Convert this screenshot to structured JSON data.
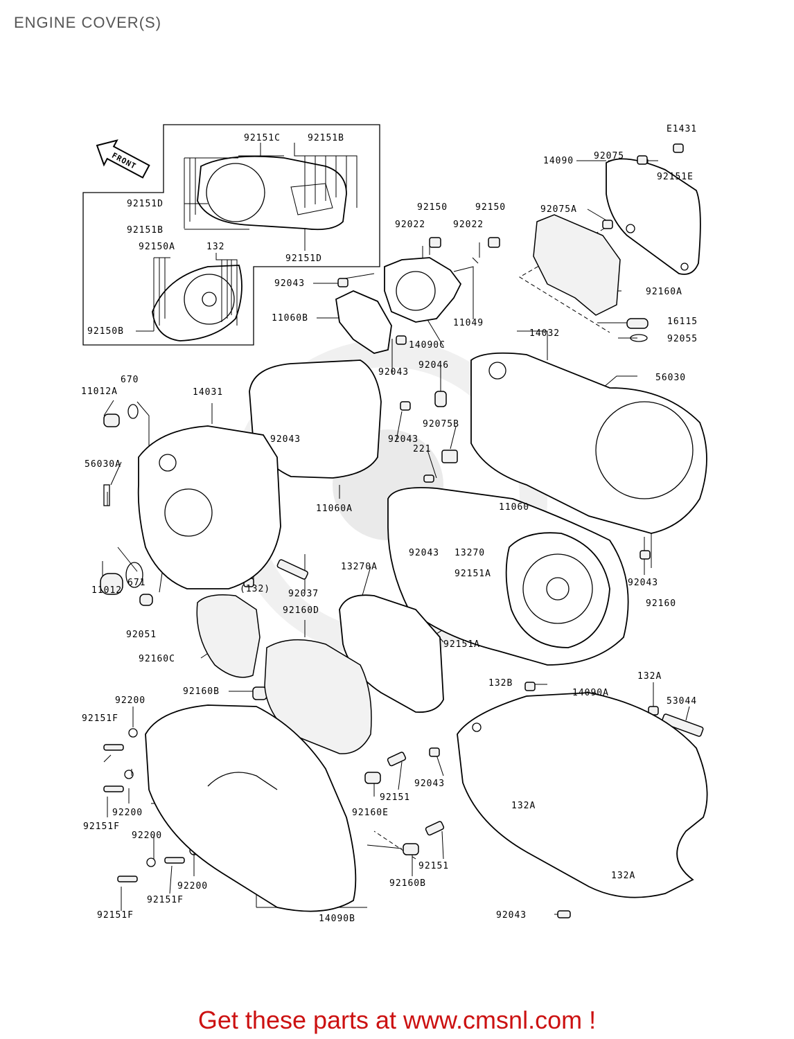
{
  "page": {
    "title": "ENGINE COVER(S)"
  },
  "diagram": {
    "code": "E1431",
    "front_arrow": "FRONT",
    "labels": {
      "l92151C": "92151C",
      "l92151B_top": "92151B",
      "l92151D_a": "92151D",
      "l92151B_b": "92151B",
      "l92151D_b": "92151D",
      "l92150A": "92150A",
      "l132_inset": "132",
      "l92150B": "92150B",
      "l92150_a": "92150",
      "l92150_b": "92150",
      "l92022_a": "92022",
      "l92022_b": "92022",
      "l92043_a": "92043",
      "l11060B": "11060B",
      "l11049": "11049",
      "l14090C": "14090C",
      "l92043_b": "92043",
      "l92075": "92075",
      "l92151E": "92151E",
      "l14090": "14090",
      "l92075A": "92075A",
      "l92160A": "92160A",
      "l16115": "16115",
      "l92055": "92055",
      "l14032": "14032",
      "l56030": "56030",
      "l92046": "92046",
      "l670": "670",
      "l11012A": "11012A",
      "l14031": "14031",
      "l92043_c": "92043",
      "l92043_d": "92043",
      "l92075B": "92075B",
      "l56030A": "56030A",
      "l221": "221",
      "l11060A": "11060A",
      "l11060": "11060",
      "l92043_e": "92043",
      "l13270": "13270",
      "l92043_f": "92043",
      "l671": "671",
      "l11012": "11012",
      "l13270A": "13270A",
      "l92151A_a": "92151A",
      "l132_paren": "(132)",
      "l92037": "92037",
      "l92160D": "92160D",
      "l92160": "92160",
      "l92051": "92051",
      "l92151A_b": "92151A",
      "l92160C": "92160C",
      "l132B": "132B",
      "l14090A": "14090A",
      "l132A_a": "132A",
      "l53044": "53044",
      "l92200_a": "92200",
      "l92160B_a": "92160B",
      "l92151F_a": "92151F",
      "l92043_g": "92043",
      "l92151_a": "92151",
      "l132A_b": "132A",
      "l92200_b": "92200",
      "l92160E": "92160E",
      "l92151F_b": "92151F",
      "l92200_c": "92200",
      "l92151_b": "92151",
      "l132A_c": "132A",
      "l92200_d": "92200",
      "l92160B_b": "92160B",
      "l92151F_c": "92151F",
      "l92151F_d": "92151F",
      "l14090B": "14090B",
      "l92043_h": "92043"
    }
  },
  "promo": {
    "text": "Get these parts at www.cmsnl.com !"
  }
}
